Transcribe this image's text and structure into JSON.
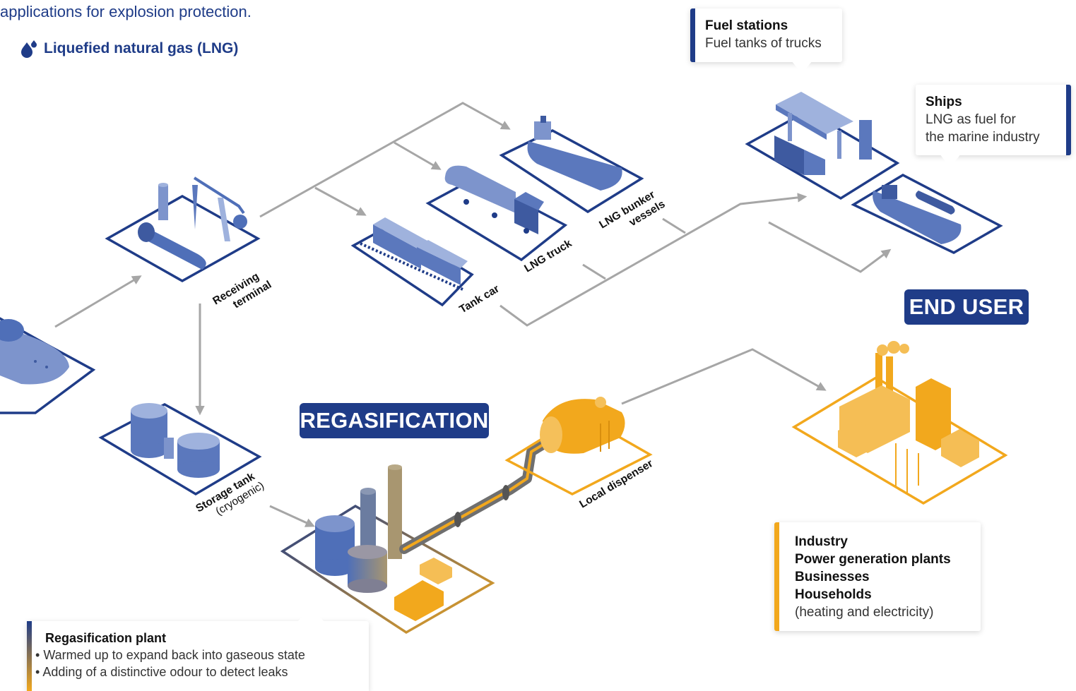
{
  "intro_text": "applications for explosion protection.",
  "heading": {
    "icon": "drop-icon",
    "text": "Liquefied natural gas (LNG)"
  },
  "stage_labels": {
    "regasification": "REGASIFICATION",
    "end_user": "END USER"
  },
  "node_labels": {
    "receiving_terminal": [
      "Receiving",
      "terminal"
    ],
    "storage_tank": [
      "Storage tank",
      "(cryogenic)"
    ],
    "tank_car": "Tank car",
    "lng_truck": "LNG truck",
    "lng_bunker_vessels": [
      "LNG bunker",
      "vessels"
    ],
    "local_dispenser": "Local dispenser"
  },
  "callouts": {
    "fuel_stations": {
      "title": "Fuel stations",
      "desc": "Fuel tanks of trucks"
    },
    "ships": {
      "title": "Ships",
      "desc_lines": [
        "LNG as fuel for",
        "the marine industry"
      ]
    },
    "end_users": {
      "items": [
        "Industry",
        "Power generation plants",
        "Businesses",
        "Households"
      ],
      "note": "(heating and electricity)"
    },
    "regasification_plant": {
      "title": "Regasification plant",
      "bullets": [
        "Warmed up to expand back into gaseous state",
        "Adding of a distinctive odour to detect leaks"
      ]
    }
  },
  "colors": {
    "brand_blue": "#1f3c88",
    "illustration_blue": "#5b78bd",
    "accent_orange": "#f2a81d",
    "arrow_gray": "#a6a6a6"
  }
}
